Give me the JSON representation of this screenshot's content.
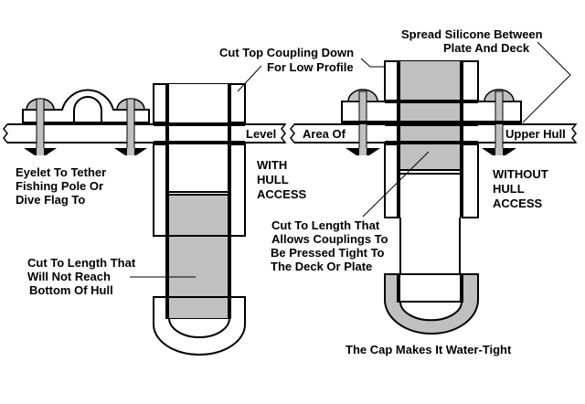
{
  "colors": {
    "background": "#ffffff",
    "line": "#000000",
    "fill_gray": "#c0c0c0",
    "fill_white": "#ffffff"
  },
  "labels": {
    "cut_top_coupling": [
      "Cut Top Coupling Down",
      "For Low Profile"
    ],
    "spread_silicone": [
      "Spread Silicone Between",
      "Plate And Deck"
    ],
    "level": "Level",
    "area_of": "Area Of",
    "upper_hull": "Upper Hull",
    "eyelet": [
      "Eyelet To Tether",
      "Fishing Pole Or",
      "Dive Flag To"
    ],
    "with_hull_access": [
      "WITH",
      "HULL",
      "ACCESS"
    ],
    "without_hull_access": [
      "WITHOUT",
      "HULL",
      "ACCESS"
    ],
    "cut_length_couplings": [
      "Cut To Length That",
      "Allows Couplings To",
      "Be Pressed Tight To",
      "The Deck Or Plate"
    ],
    "cut_length_bottom": [
      "Cut To Length That",
      "Will  Not Reach",
      "Bottom Of Hull"
    ],
    "cap_watertight": "The Cap Makes It Water-Tight"
  },
  "components": {
    "left_assembly": [
      "eyelet-bracket",
      "bolt-left-1",
      "bolt-left-2",
      "top-coupling",
      "hull-deck",
      "lower-coupling",
      "pipe",
      "end-cap"
    ],
    "right_assembly": [
      "top-coupling",
      "mount-plate",
      "bolt-right-1",
      "bolt-right-2",
      "hull-deck",
      "lower-coupling",
      "pipe",
      "end-cap"
    ]
  }
}
